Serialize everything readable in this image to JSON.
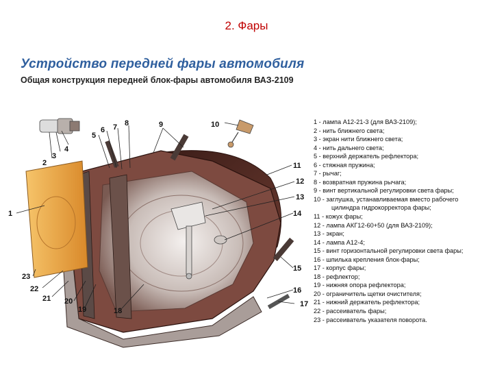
{
  "slide_title": "2. Фары",
  "heading": "Устройство передней фары автомобиля",
  "subheading": "Общая конструкция передней блок-фары автомобиля ВАЗ-2109",
  "callouts": [
    "1",
    "2",
    "3",
    "4",
    "5",
    "6",
    "7",
    "8",
    "9",
    "10",
    "11",
    "12",
    "13",
    "14",
    "15",
    "16",
    "17",
    "18",
    "19",
    "20",
    "21",
    "22",
    "23"
  ],
  "legend": [
    "1 - лампа А12-21-3 (для ВАЗ-2109);",
    "2 - нить ближнего света;",
    "3 - экран нити ближнего света;",
    "4 - нить дальнего света;",
    "5 - верхний держатель рефлектора;",
    "6 - стяжная пружина;",
    "7 - рычаг;",
    "8 - возвратная пружина рычага;",
    "9 - винт вертикальной регулировки света фары;",
    "10 - заглушка, устанавливаемая вместо рабочего",
    "цилиндра гидрокорректора фары;",
    "11 - кожух фары;",
    "12 - лампа АКГ12-60+50 (для ВАЗ-2109);",
    "13 - экран;",
    "14 - лампа А12-4;",
    "15 - винт горизонтальной регулировки света фары;",
    "16 - шпилька крепления блок-фары;",
    "17 - корпус фары;",
    "18 - рефлектор;",
    "19 - нижняя опора рефлектора;",
    "20 - ограничитель щетки очистителя;",
    "21 - нижний держатель рефлектора;",
    "22 - рассеиватель фары;",
    "23 - рассеиватель указателя поворота."
  ],
  "colors": {
    "title": "#c00000",
    "heading": "#2f5f9e",
    "turn_lens": "#e8a33a",
    "housing": "#5a2a22"
  }
}
